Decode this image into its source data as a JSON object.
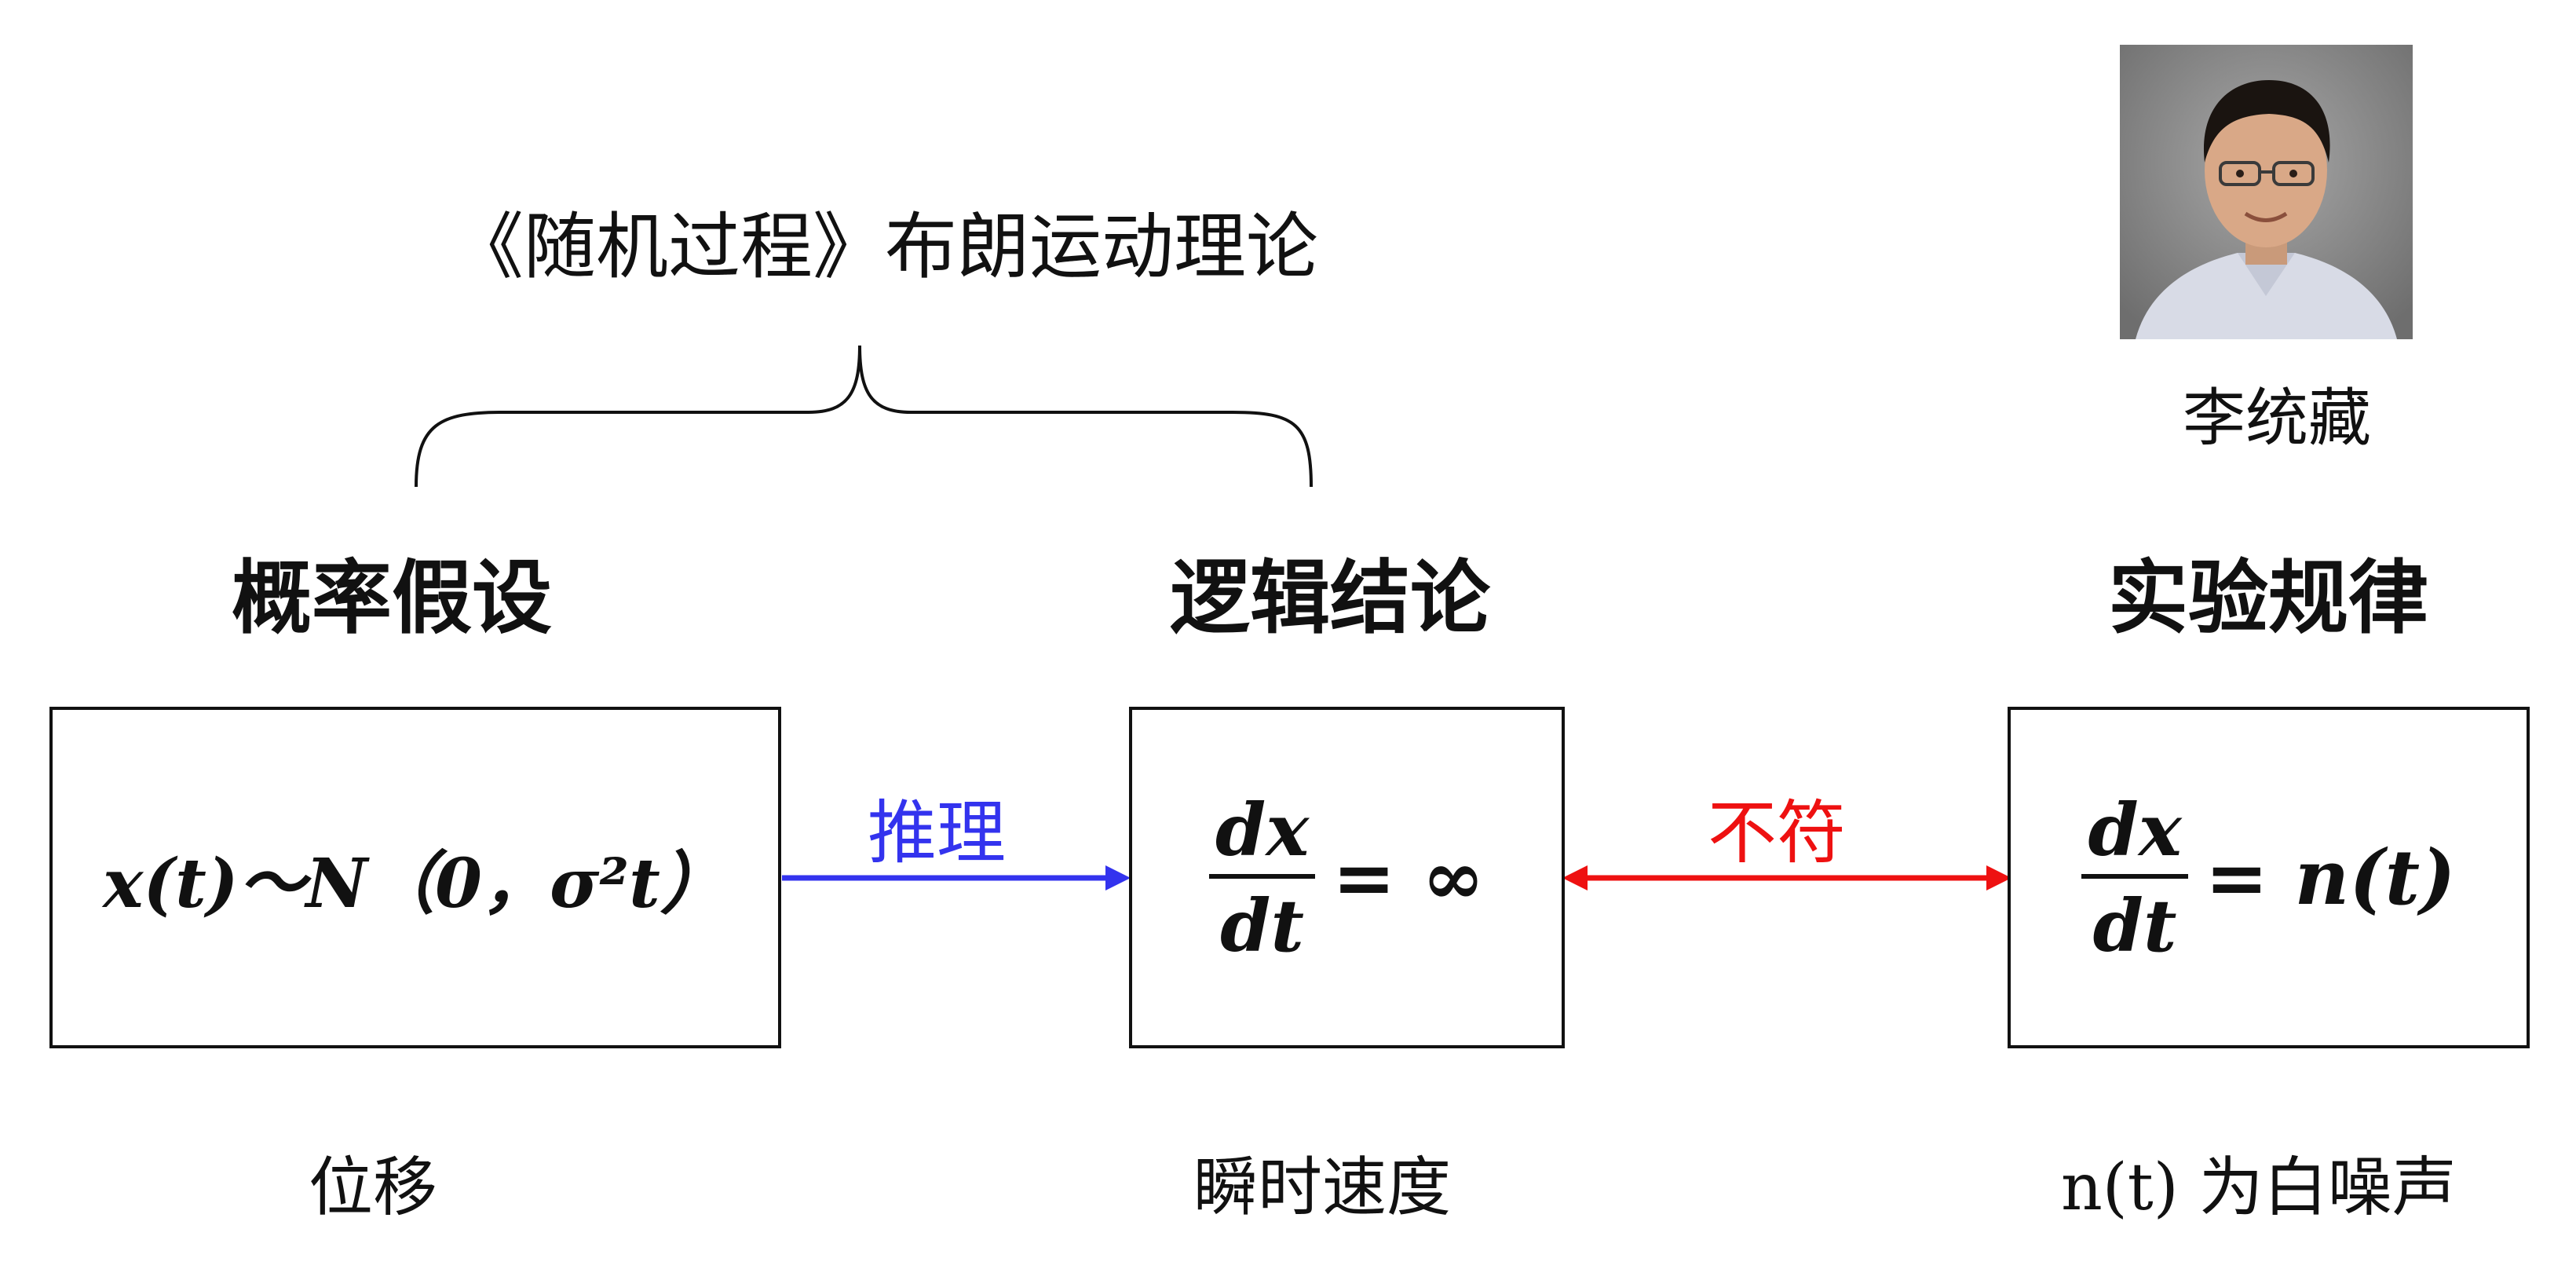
{
  "brace_title": "《随机过程》布朗运动理论",
  "columns": {
    "assumption": {
      "heading": "概率假设",
      "formula": "x(t)～N（0，σ²t）",
      "caption": "位移"
    },
    "conclusion": {
      "heading": "逻辑结论",
      "num": "dx",
      "den": "dt",
      "rhs": "= ∞",
      "caption": "瞬时速度"
    },
    "experiment": {
      "heading": "实验规律",
      "num": "dx",
      "den": "dt",
      "rhs": "= n(t)",
      "caption": "n(t) 为白噪声"
    }
  },
  "arrows": {
    "inference": {
      "label": "推理",
      "color": "#3333ee"
    },
    "mismatch": {
      "label": "不符",
      "color": "#ee1111"
    }
  },
  "person": {
    "name": "李统藏",
    "photo_icon": "portrait-photo"
  },
  "colors": {
    "text": "#111111",
    "box_border": "#111111",
    "photo_bg": "#8a8a8a"
  }
}
